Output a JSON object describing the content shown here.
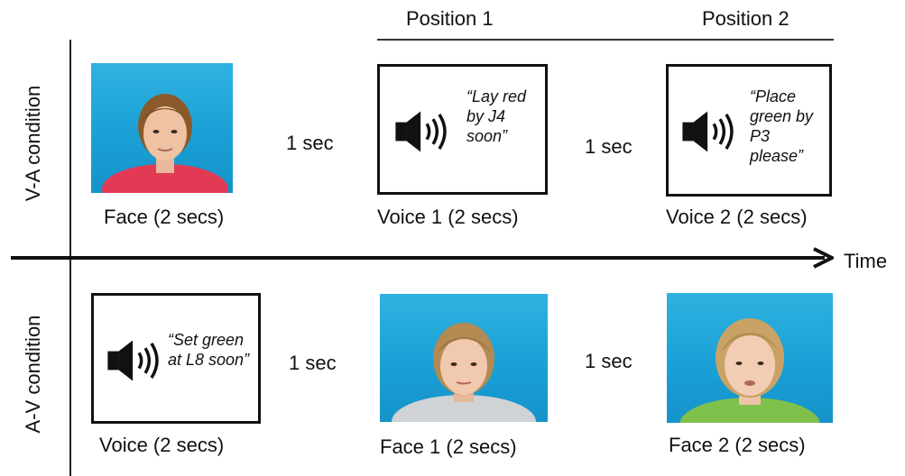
{
  "headers": {
    "position1": "Position 1",
    "position2": "Position 2"
  },
  "conditions": {
    "va": {
      "label": "V-A condition",
      "stimuli": [
        {
          "kind": "face",
          "caption": "Face (2 secs)"
        },
        {
          "kind": "delay",
          "text": "1 sec"
        },
        {
          "kind": "voice",
          "quote": "“Lay red by J4 soon”",
          "caption": "Voice 1 (2 secs)"
        },
        {
          "kind": "delay",
          "text": "1 sec"
        },
        {
          "kind": "voice",
          "quote": "“Place green by P3 please”",
          "caption": "Voice 2 (2 secs)"
        }
      ]
    },
    "av": {
      "label": "A-V condition",
      "stimuli": [
        {
          "kind": "voice",
          "quote": "“Set green at L8 soon”",
          "caption": "Voice (2 secs)"
        },
        {
          "kind": "delay",
          "text": "1 sec"
        },
        {
          "kind": "face",
          "caption": "Face 1 (2 secs)"
        },
        {
          "kind": "delay",
          "text": "1 sec"
        },
        {
          "kind": "face",
          "caption": "Face 2 (2 secs)"
        }
      ]
    }
  },
  "timeline": {
    "label": "Time"
  },
  "icons": {
    "speaker": "speaker-icon",
    "arrow": "arrow-right-icon"
  },
  "colors": {
    "photo_background": "#1aa0d6",
    "line": "#111111"
  }
}
